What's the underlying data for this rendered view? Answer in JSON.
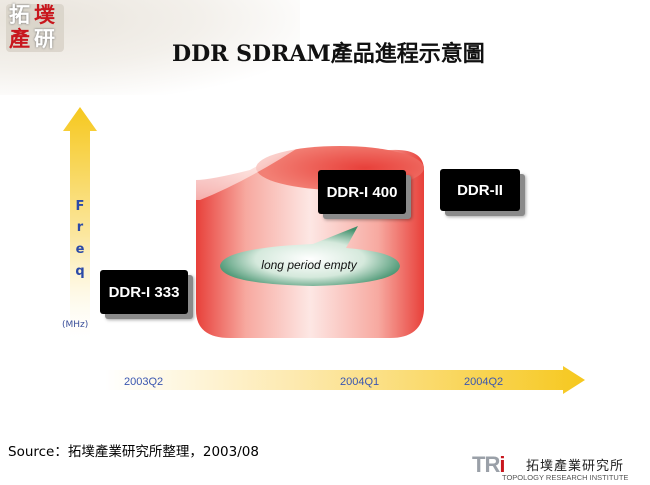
{
  "logo": {
    "chars": [
      "拓",
      "墣",
      "產",
      "研"
    ]
  },
  "title": "DDR SDRAM產品進程示意圖",
  "axis": {
    "freq_letters": [
      "F",
      "r",
      "e",
      "q"
    ],
    "freq_unit": "(MHz)",
    "time_labels": [
      "2003Q2",
      "2004Q1",
      "2004Q2"
    ]
  },
  "products": {
    "ddr1_333": "DDR-I 333",
    "ddr1_400": "DDR-I 400",
    "ddr2": "DDR-II"
  },
  "annotation": "long period empty",
  "source": "Source：拓墣產業研究所整理，2003/08",
  "footer": {
    "brand_tri": "TR",
    "brand_i": "i",
    "brand_cn": "拓墣產業研究所",
    "brand_en": "TOPOLOGY RESEARCH INSTITUTE"
  },
  "colors": {
    "arrow_yellow": "#f6c81e",
    "red_glow": "#e8403a",
    "bubble_green": "#3f8f6a",
    "axis_text_blue": "#3a56b0",
    "box_black": "#000000"
  }
}
